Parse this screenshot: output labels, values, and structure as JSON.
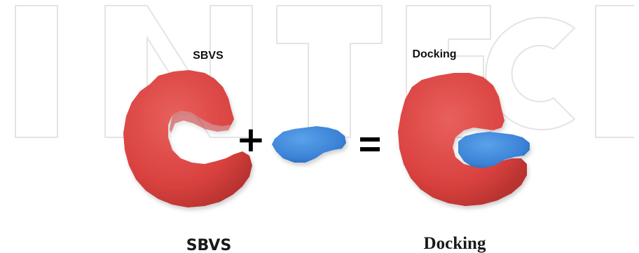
{
  "labels": {
    "sbvs_top": "SBVS",
    "docking_top": "Docking",
    "sbvs_bottom": "SBVS",
    "docking_bottom": "Docking"
  },
  "operators": {
    "plus": "+",
    "equals": "="
  },
  "watermark": {
    "text": "INTECH",
    "color": "#e4e4e4"
  },
  "colors": {
    "receptor": "#d9413f",
    "receptor_dark": "#a82a28",
    "ligand": "#3b82d6",
    "ligand_dark": "#2761ab"
  }
}
